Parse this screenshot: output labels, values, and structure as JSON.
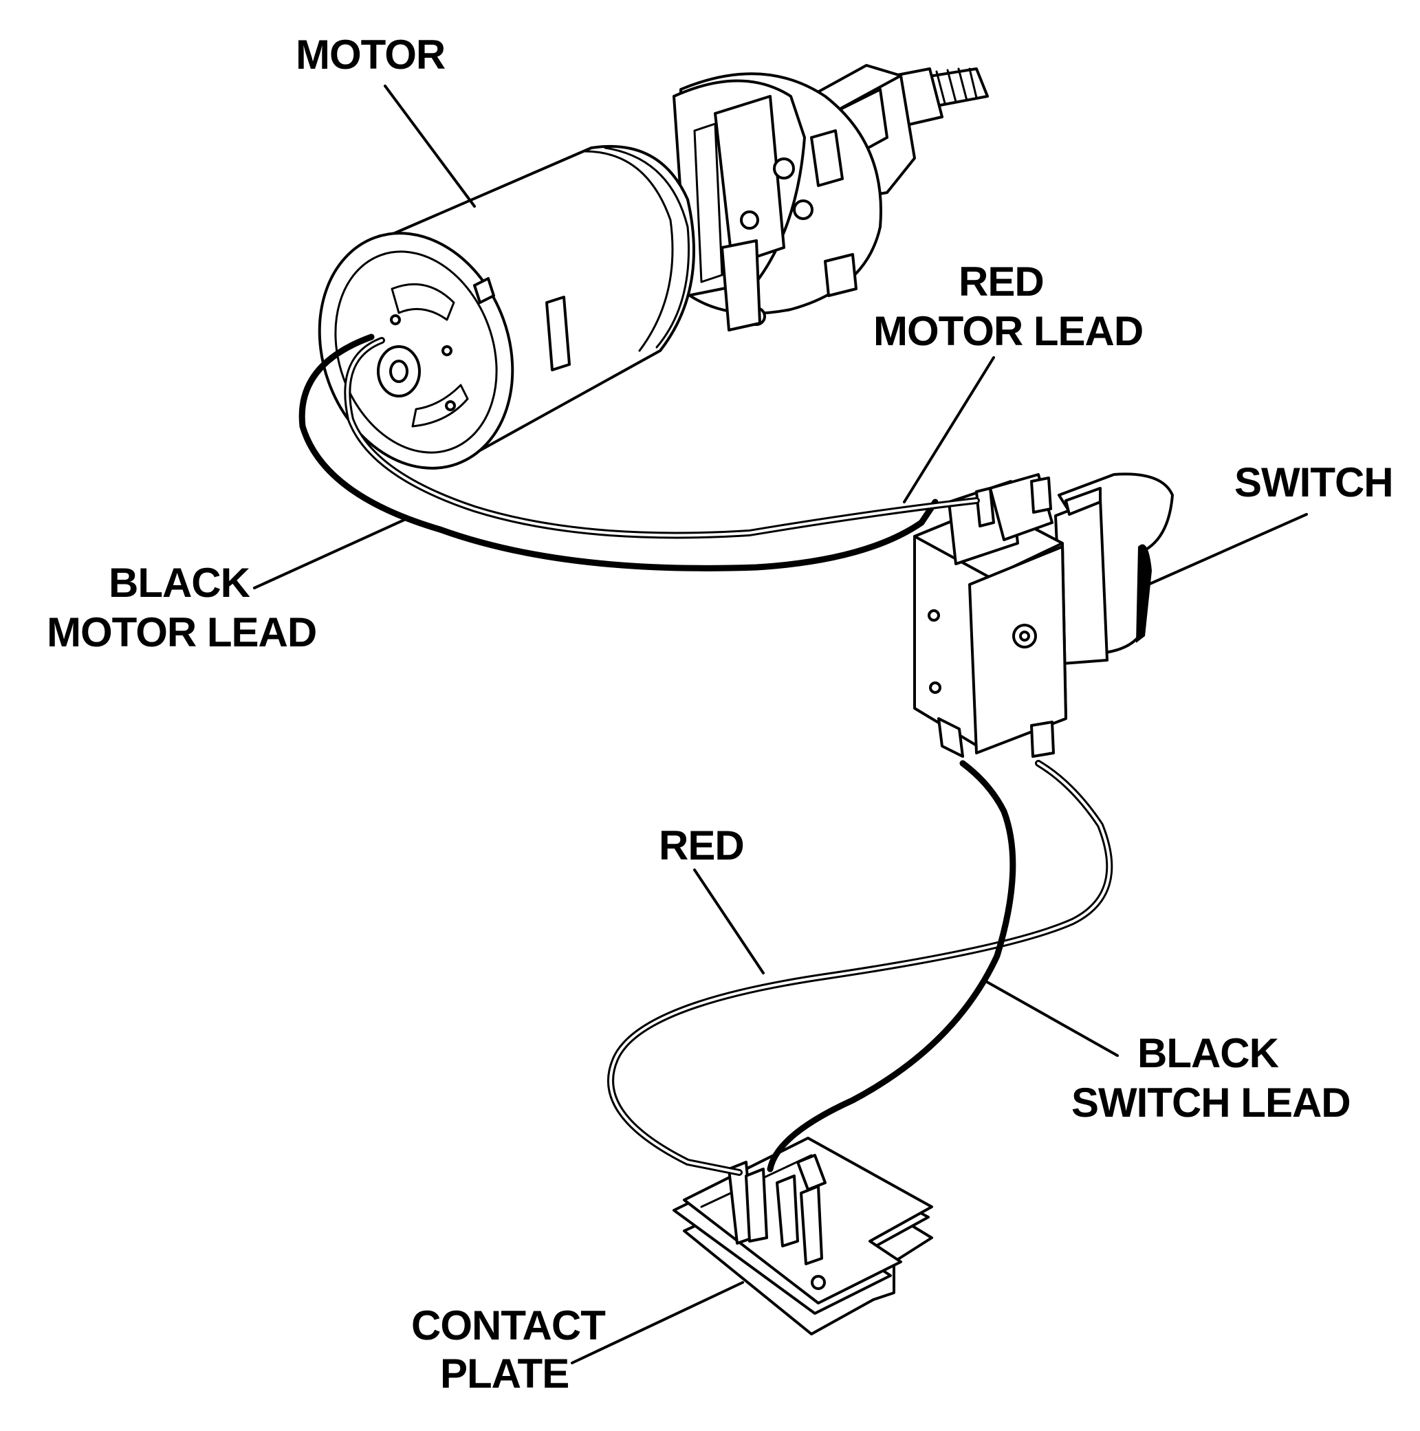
{
  "labels": {
    "motor": "MOTOR",
    "red_motor_lead_1": "RED",
    "red_motor_lead_2": "MOTOR LEAD",
    "switch": "SWITCH",
    "black_motor_lead_1": "BLACK",
    "black_motor_lead_2": "MOTOR LEAD",
    "red": "RED",
    "black_switch_lead_1": "BLACK",
    "black_switch_lead_2": "SWITCH LEAD",
    "contact_plate_1": "CONTACT",
    "contact_plate_2": "PLATE"
  },
  "colors": {
    "ink": "#000000",
    "paper": "#ffffff"
  }
}
